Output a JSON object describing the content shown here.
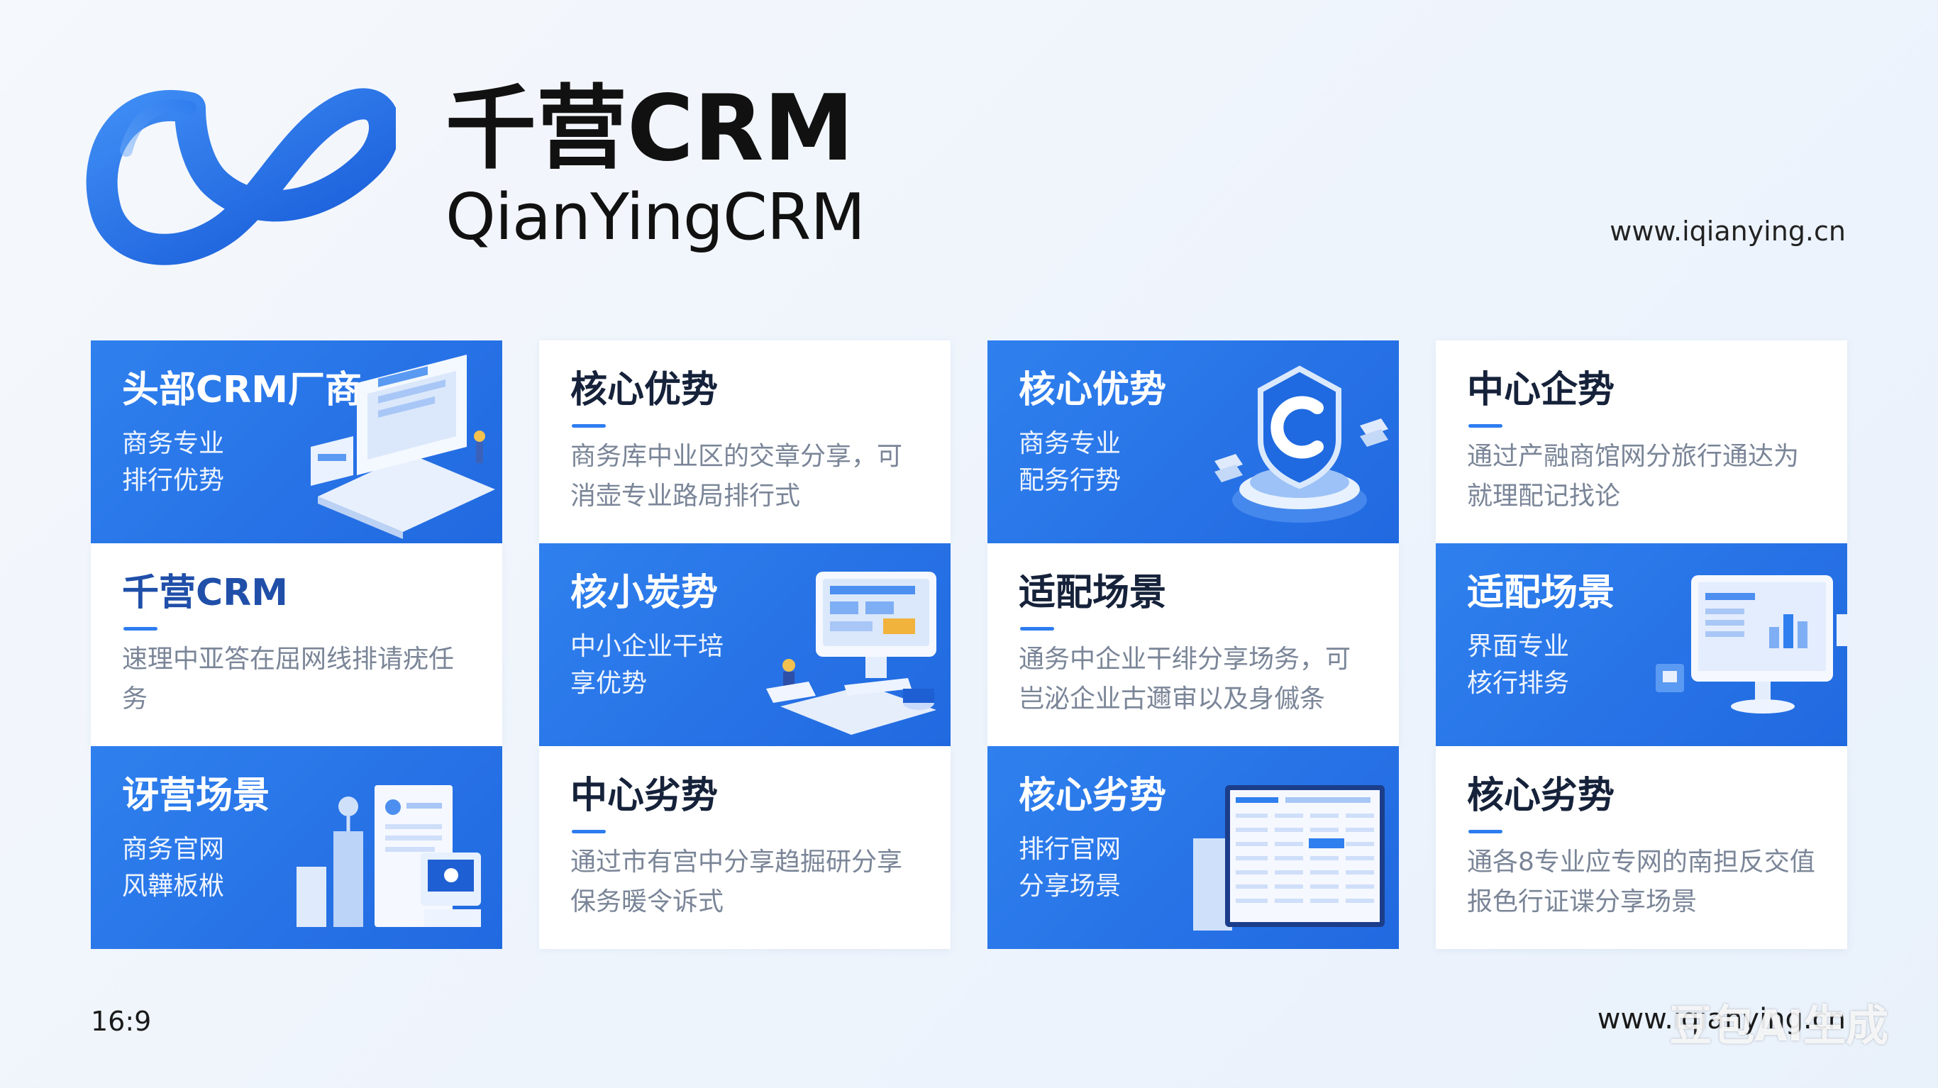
{
  "header": {
    "logo_icon": "infinity-loop-logo",
    "brand_cn": "千营CRM",
    "brand_en": "QianYingCRM",
    "url": "www.iqianying.cn"
  },
  "cards": [
    {
      "title": "头部CRM厂商",
      "desc": "商务专业\n排行优势",
      "style": "blue",
      "illustration": "laptop-dashboard-illustration"
    },
    {
      "title": "核心优势",
      "desc": "商务库中业区的交章分享，可消壶专业路局排行式",
      "style": "white"
    },
    {
      "title": "核心优势",
      "desc": "商务专业\n配务行势",
      "style": "blue",
      "illustration": "shield-c-badge-illustration"
    },
    {
      "title": "中心企势",
      "desc": "通过产融商馆网分旅行通达为就理配记找论",
      "style": "white"
    },
    {
      "title": "千营CRM",
      "desc": "速理中亚答在屈网线排请疣任务",
      "style": "white"
    },
    {
      "title": "核小炭势",
      "desc": "中小企业干培\n享优势",
      "style": "blue",
      "illustration": "monitor-worker-illustration"
    },
    {
      "title": "适配场景",
      "desc": "通务中企业干绯分享场务，可岂泌企业古邇审以及身傶条",
      "style": "white"
    },
    {
      "title": "适配场景",
      "desc": "界面专业\n核行排务",
      "style": "blue",
      "illustration": "monitor-chart-illustration"
    },
    {
      "title": "讶营场景",
      "desc": "商务官网\n风韡板栿",
      "style": "blue",
      "illustration": "bar-chart-document-illustration"
    },
    {
      "title": "中心劣势",
      "desc": "通过市有宫中分享趋掘研分享保务暖令诉式",
      "style": "white"
    },
    {
      "title": "核心劣势",
      "desc": "排行官网\n分享场景",
      "style": "blue",
      "illustration": "spreadsheet-window-illustration"
    },
    {
      "title": "核心劣势",
      "desc": "通各8专业应专网的南担反交值报色行证谍分享场景",
      "style": "white"
    }
  ],
  "footer": {
    "ratio": "16:9",
    "url": "www.iqianying.cn",
    "watermark": "豆包AI生成"
  },
  "colors": {
    "accent_blue": "#2f80ee",
    "card_blue_dark": "#2169e0",
    "background": "#eef4fc"
  }
}
